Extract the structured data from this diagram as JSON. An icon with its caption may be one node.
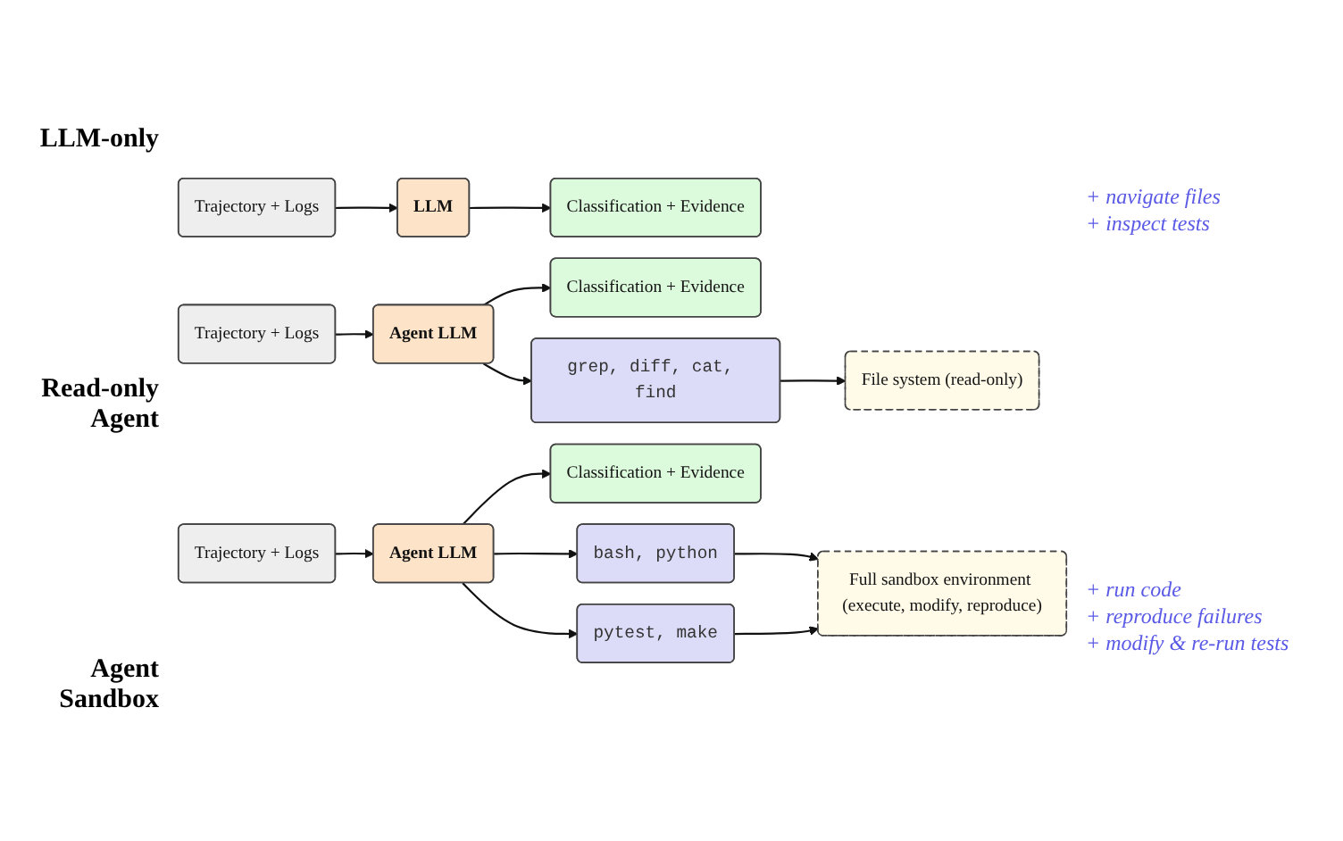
{
  "diagram": {
    "nodes": [
      {
        "text": [
          "Trajectory + Logs"
        ]
      },
      {
        "text": [
          "LLM"
        ]
      },
      {
        "text": [
          "Classification + Evidence"
        ]
      },
      {
        "text": [
          "Trajectory + Logs"
        ]
      },
      {
        "text": [
          "Agent LLM"
        ]
      },
      {
        "text": [
          "Classification + Evidence"
        ]
      },
      {
        "text": [
          "grep, diff, cat, find"
        ]
      },
      {
        "text": [
          "File system (read-only)"
        ]
      },
      {
        "text": [
          "Trajectory + Logs"
        ]
      },
      {
        "text": [
          "Agent LLM"
        ]
      },
      {
        "text": [
          "Classification + Evidence"
        ]
      },
      {
        "text": [
          "bash, python"
        ]
      },
      {
        "text": [
          "pytest, make"
        ]
      },
      {
        "text": [
          "Full sandbox environment (execute, modify, reproduce)"
        ]
      }
    ],
    "edges": [
      {
        "from": 0,
        "to": 1,
        "arrow": "to"
      },
      {
        "from": 1,
        "to": 2,
        "arrow": "to"
      },
      {
        "from": 3,
        "to": 4,
        "arrow": "to"
      },
      {
        "from": 4,
        "to": 5,
        "arrow": "to"
      },
      {
        "from": 4,
        "to": 6,
        "arrow": "to"
      },
      {
        "from": 6,
        "to": 7,
        "arrow": "to"
      },
      {
        "from": 8,
        "to": 9,
        "arrow": "to"
      },
      {
        "from": 9,
        "to": 10,
        "arrow": "to"
      },
      {
        "from": 9,
        "to": 11,
        "arrow": "to"
      },
      {
        "from": 9,
        "to": 12,
        "arrow": "to"
      },
      {
        "from": 11,
        "to": 13,
        "arrow": "to"
      },
      {
        "from": 12,
        "to": 13,
        "arrow": "to"
      }
    ],
    "labels": [
      "LLM-only",
      "Read-only Agent",
      "+ navigate files",
      "+ inspect tests",
      "Agent Sandbox",
      "+ run code",
      "+ reproduce failures",
      "+ modify & re-run tests"
    ]
  }
}
